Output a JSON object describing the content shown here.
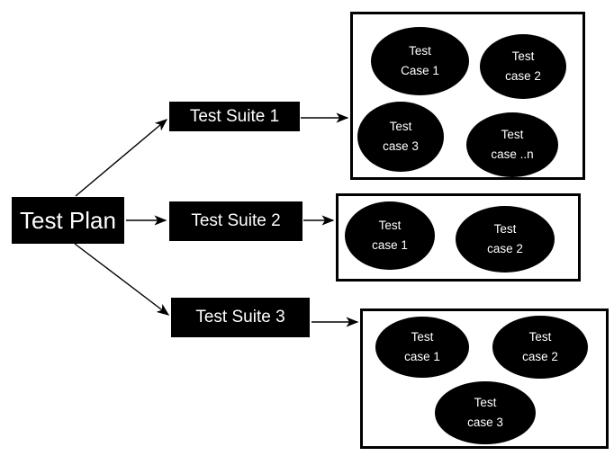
{
  "diagram": {
    "title": "Test Plan hierarchy diagram",
    "colors": {
      "background": "#ffffff",
      "node_fill": "#000000",
      "node_text": "#ffffff",
      "border": "#000000"
    },
    "root": {
      "label": "Test Plan"
    },
    "suites": [
      {
        "label": "Test Suite 1",
        "cases": [
          {
            "line1": "Test",
            "line2": "Case 1"
          },
          {
            "line1": "Test",
            "line2": "case 2"
          },
          {
            "line1": "Test",
            "line2": "case 3"
          },
          {
            "line1": "Test",
            "line2": "case ..n"
          }
        ]
      },
      {
        "label": "Test Suite 2",
        "cases": [
          {
            "line1": "Test",
            "line2": "case 1"
          },
          {
            "line1": "Test",
            "line2": "case 2"
          }
        ]
      },
      {
        "label": "Test Suite 3",
        "cases": [
          {
            "line1": "Test",
            "line2": "case 1"
          },
          {
            "line1": "Test",
            "line2": "case 2"
          },
          {
            "line1": "Test",
            "line2": "case 3"
          }
        ]
      }
    ]
  }
}
